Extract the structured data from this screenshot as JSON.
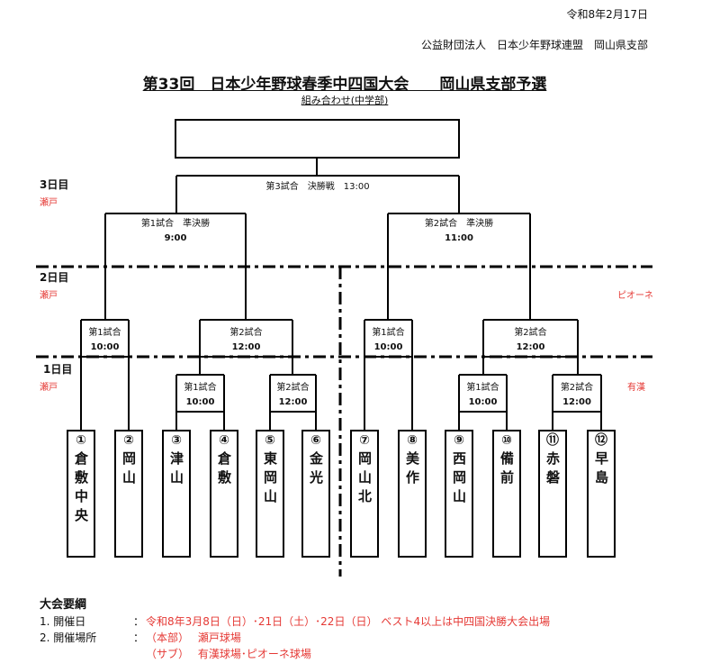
{
  "header": {
    "date": "令和8年2月17日",
    "organization": "公益財団法人　日本少年野球連盟　岡山県支部",
    "title": "第33回　日本少年野球春季中四国大会　　岡山県支部予選",
    "subtitle": "組み合わせ(中学部)"
  },
  "days": [
    {
      "label": "3日目",
      "venue": "瀬戸"
    },
    {
      "label": "2日目",
      "venue": "瀬戸",
      "venue_right": "ピオーネ"
    },
    {
      "label": "1日目",
      "venue": "瀬戸",
      "venue_right": "有漢"
    }
  ],
  "final": {
    "label": "第3試合　決勝戦　13:00"
  },
  "semifinals": [
    {
      "label": "第1試合　準決勝",
      "time": "9:00"
    },
    {
      "label": "第2試合　準決勝",
      "time": "11:00"
    }
  ],
  "day2_matches": [
    {
      "label": "第1試合",
      "time": "10:00"
    },
    {
      "label": "第2試合",
      "time": "12:00"
    },
    {
      "label": "第1試合",
      "time": "10:00"
    },
    {
      "label": "第2試合",
      "time": "12:00"
    }
  ],
  "day1_matches": [
    {
      "label": "第1試合",
      "time": "10:00"
    },
    {
      "label": "第2試合",
      "time": "12:00"
    },
    {
      "label": "第1試合",
      "time": "10:00"
    },
    {
      "label": "第2試合",
      "time": "12:00"
    }
  ],
  "teams": [
    {
      "num": "①",
      "name": "倉敷中央"
    },
    {
      "num": "②",
      "name": "岡山"
    },
    {
      "num": "③",
      "name": "津山"
    },
    {
      "num": "④",
      "name": "倉敷"
    },
    {
      "num": "⑤",
      "name": "東岡山"
    },
    {
      "num": "⑥",
      "name": "金光"
    },
    {
      "num": "⑦",
      "name": "岡山北"
    },
    {
      "num": "⑧",
      "name": "美作"
    },
    {
      "num": "⑨",
      "name": "西岡山"
    },
    {
      "num": "⑩",
      "name": "備前"
    },
    {
      "num": "⑪",
      "name": "赤磐"
    },
    {
      "num": "⑫",
      "name": "早島"
    }
  ],
  "outline": {
    "heading": "大会要綱",
    "rows": [
      {
        "label": "1. 開催日",
        "colon": "：",
        "value": "令和8年3月8日（日）･21日（土）･22日（日） ベスト4以上は中四国決勝大会出場"
      },
      {
        "label": "2. 開催場所",
        "colon": "：",
        "value": "（本部）　 瀬戸球場"
      },
      {
        "label": "",
        "colon": "",
        "value": "（サブ）　 有漢球場･ピオーネ球場"
      }
    ]
  },
  "colors": {
    "accent_red": "#e53935",
    "line": "#000000"
  }
}
